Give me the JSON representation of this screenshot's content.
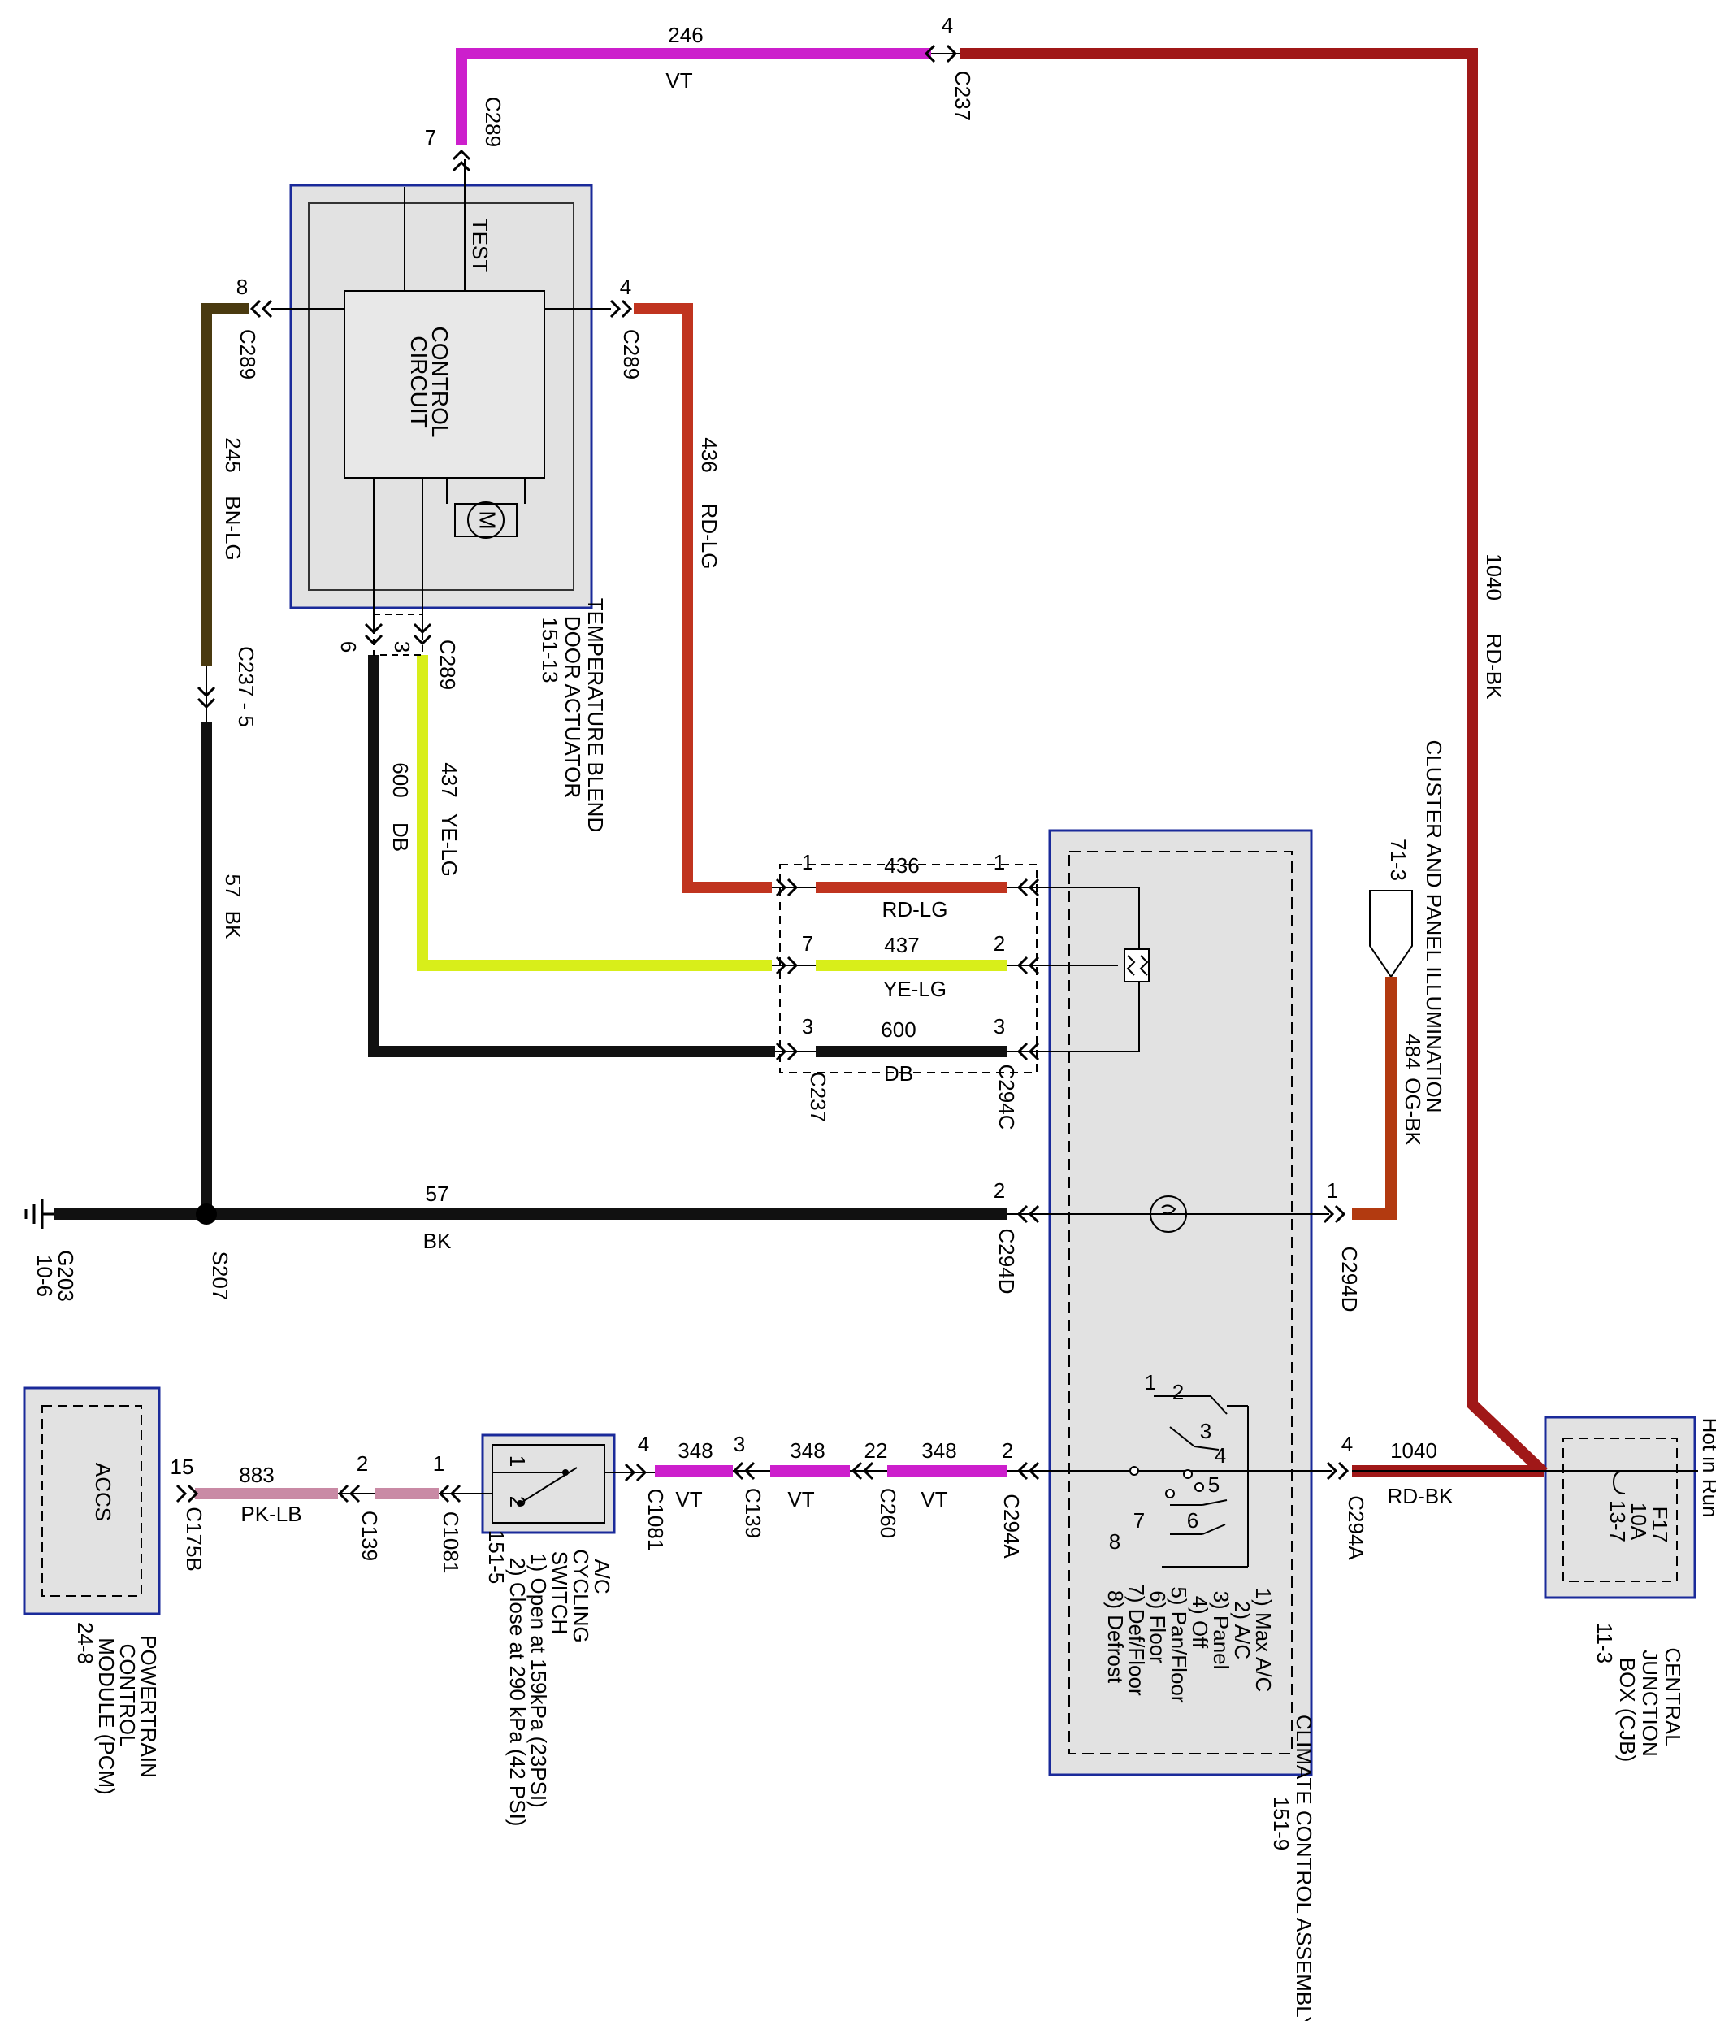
{
  "colors": {
    "VT": "#cc1fcc",
    "RD-BK": "#a01818",
    "RD-LG": "#c0341f",
    "BN-LG": "#4a3a10",
    "YE-LG": "#d8ee1a",
    "DB": "#111111",
    "BK": "#111111",
    "OG-BK": "#b23a10",
    "PK-LB": "#c98aa5",
    "module_fill": "#e2e2e2",
    "module_border": "#1a2a9a"
  },
  "modules": {
    "tbda": {
      "name": "TEMPERATURE BLEND DOOR ACTUATOR",
      "ref": "151-13",
      "box_label": "CONTROL CIRCUIT",
      "test": "TEST",
      "motor": "M"
    },
    "climate": {
      "name": "CLIMATE CONTROL ASSEMBLY",
      "ref": "151-9",
      "modes": [
        "1) Max A/C",
        "2) A/C",
        "3) Panel",
        "4) Off",
        "5) Pan/Floor",
        "6) Floor",
        "7) Def/Floor",
        "8) Defrost"
      ],
      "switch_numbers": [
        "1",
        "2",
        "3",
        "4",
        "5",
        "6",
        "7",
        "8"
      ]
    },
    "cjb": {
      "name": "CENTRAL JUNCTION BOX (CJB)",
      "ref": "11-3",
      "fuse": "F17",
      "amps": "10A",
      "fuse_ref": "13-7",
      "hot": "Hot in Run"
    },
    "pcm": {
      "name": "POWERTRAIN CONTROL MODULE (PCM)",
      "ref": "24-8",
      "box_label": "ACCS"
    },
    "ac_switch": {
      "name": "A/C CYCLING SWITCH",
      "ref": "151-5",
      "n1": "1",
      "n2": "2",
      "note1": "1) Open at 159kPa (23PSI)",
      "note2": "2) Close at 290 kPa (42 PSI)"
    },
    "cluster": {
      "name": "CLUSTER AND PANEL ILLUMINATION",
      "ref": "71-3"
    }
  },
  "wires": {
    "w246": {
      "circuit": "246",
      "color": "VT"
    },
    "w1040_top": {
      "circuit": "1040",
      "color": "RD-BK"
    },
    "w245": {
      "circuit": "245",
      "color": "BN-LG"
    },
    "w436": {
      "circuit": "436",
      "color": "RD-LG"
    },
    "w437": {
      "circuit": "437",
      "color": "YE-LG"
    },
    "w600": {
      "circuit": "600",
      "color": "DB"
    },
    "w57": {
      "circuit": "57",
      "color": "BK"
    },
    "w484": {
      "circuit": "484",
      "color": "OG-BK"
    },
    "w436h": {
      "circuit": "436",
      "color": "RD-LG"
    },
    "w437h": {
      "circuit": "437",
      "color": "YE-LG"
    },
    "w600h": {
      "circuit": "600",
      "color": "DB"
    },
    "w57h": {
      "circuit": "57",
      "color": "BK"
    },
    "w883": {
      "circuit": "883",
      "color": "PK-LB"
    },
    "w348a": {
      "circuit": "348",
      "color": "VT"
    },
    "w348b": {
      "circuit": "348",
      "color": "VT"
    },
    "w348c": {
      "circuit": "348",
      "color": "VT"
    },
    "w1040": {
      "circuit": "1040",
      "color": "RD-BK"
    }
  },
  "connectors": {
    "c237_top": {
      "id": "C237",
      "pin": "4"
    },
    "c289_7": {
      "id": "C289",
      "pin": "7"
    },
    "c289_8": {
      "id": "C289",
      "pin": "8"
    },
    "c289_4": {
      "id": "C289",
      "pin": "4"
    },
    "c289_6": {
      "pin": "6"
    },
    "c289_3": {
      "id": "C289",
      "pin": "3"
    },
    "c237_5": {
      "id": "C237 - 5"
    },
    "c237_1": {
      "pin": "1"
    },
    "c237_7": {
      "pin": "7"
    },
    "c237_3": {
      "id": "C237",
      "pin": "3"
    },
    "c294c_1": {
      "pin": "1"
    },
    "c294c_2": {
      "pin": "2"
    },
    "c294c_3": {
      "id": "C294C",
      "pin": "3"
    },
    "c294d_2": {
      "id": "C294D",
      "pin": "2"
    },
    "c294d_1": {
      "id": "C294D",
      "pin": "1"
    },
    "c175b": {
      "id": "C175B",
      "pin": "15"
    },
    "c139_2": {
      "id": "C139",
      "pin": "2"
    },
    "c1081_1": {
      "id": "C1081",
      "pin": "1"
    },
    "c1081_4": {
      "id": "C1081",
      "pin": "4"
    },
    "c139_3": {
      "id": "C139",
      "pin": "3"
    },
    "c260": {
      "id": "C260",
      "pin": "22"
    },
    "c294a_2": {
      "id": "C294A",
      "pin": "2"
    },
    "c294a_4": {
      "id": "C294A",
      "pin": "4"
    }
  },
  "splice": {
    "id": "S207"
  },
  "ground": {
    "id": "G203",
    "ref": "10-6"
  }
}
